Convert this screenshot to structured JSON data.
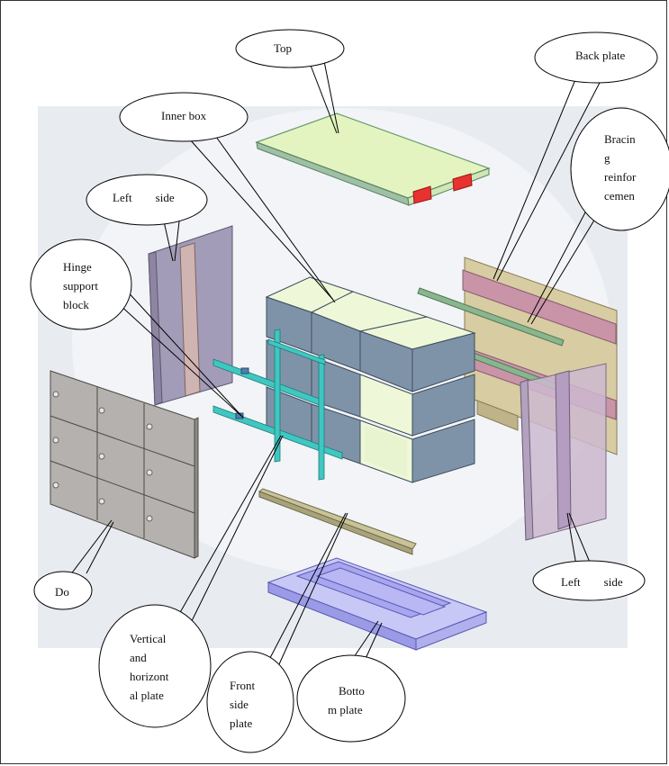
{
  "labels": {
    "top": "Top",
    "back_plate": "Back plate",
    "inner_box": "Inner box",
    "bracing": [
      "Bracin",
      "g",
      "reinfor",
      "cemen"
    ],
    "left_side_top": "Left        side",
    "hinge": [
      "Hinge",
      "support",
      "block"
    ],
    "door": "Do",
    "left_side_bottom": "Left        side",
    "vertical": [
      "Vertical",
      "and",
      "horizont",
      "al plate"
    ],
    "front_side": [
      "Front",
      "side",
      "plate"
    ],
    "bottom": [
      "Botto",
      "m plate"
    ]
  },
  "colors": {
    "background_panel": "#e6eaf0",
    "inner_box_face": "#7f93a8",
    "inner_box_top": "#eef8d8",
    "top_plate": "#e3f4c0",
    "back_plate": "#d8cca2",
    "back_rails": "#c994a8",
    "left_side_panel": "#a39cb8",
    "door_panel": "#b4b1ae",
    "cross_plates": "#3fc7c1",
    "front_side_plate": "#c9c39a",
    "bottom_plate": "#a7a6ef",
    "red_tabs": "#e8322f"
  }
}
